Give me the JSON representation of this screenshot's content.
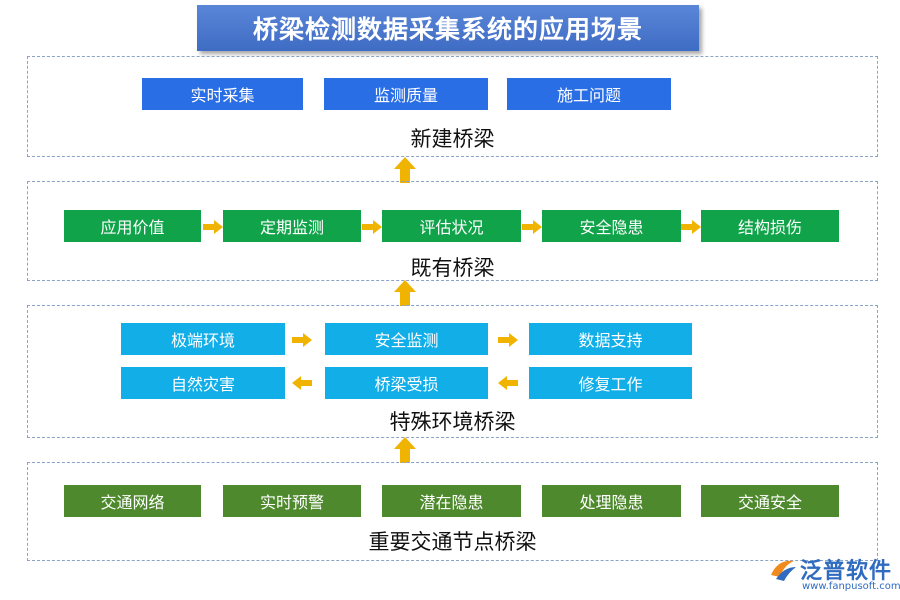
{
  "title": "桥梁检测数据采集系统的应用场景",
  "sections": {
    "new_bridge": {
      "label": "新建桥梁",
      "items": [
        "实时采集",
        "监测质量",
        "施工问题"
      ]
    },
    "existing_bridge": {
      "label": "既有桥梁",
      "items": [
        "应用价值",
        "定期监测",
        "评估状况",
        "安全隐患",
        "结构损伤"
      ]
    },
    "special_env": {
      "label": "特殊环境桥梁",
      "row1": [
        "极端环境",
        "安全监测",
        "数据支持"
      ],
      "row2": [
        "自然灾害",
        "桥梁受损",
        "修复工作"
      ]
    },
    "traffic_node": {
      "label": "重要交通节点桥梁",
      "items": [
        "交通网络",
        "实时预警",
        "潜在隐患",
        "处理隐患",
        "交通安全"
      ]
    }
  },
  "logo": {
    "name": "泛普软件",
    "url": "www.fanpusoft.com"
  },
  "colors": {
    "title_bg": "#4a78d0",
    "new_bridge_box": "#2a6ee6",
    "existing_bridge_box": "#10a34a",
    "special_env_box": "#12aee8",
    "traffic_node_box": "#4e8a2d",
    "arrow": "#f0b400",
    "border": "#8aa4c8"
  }
}
